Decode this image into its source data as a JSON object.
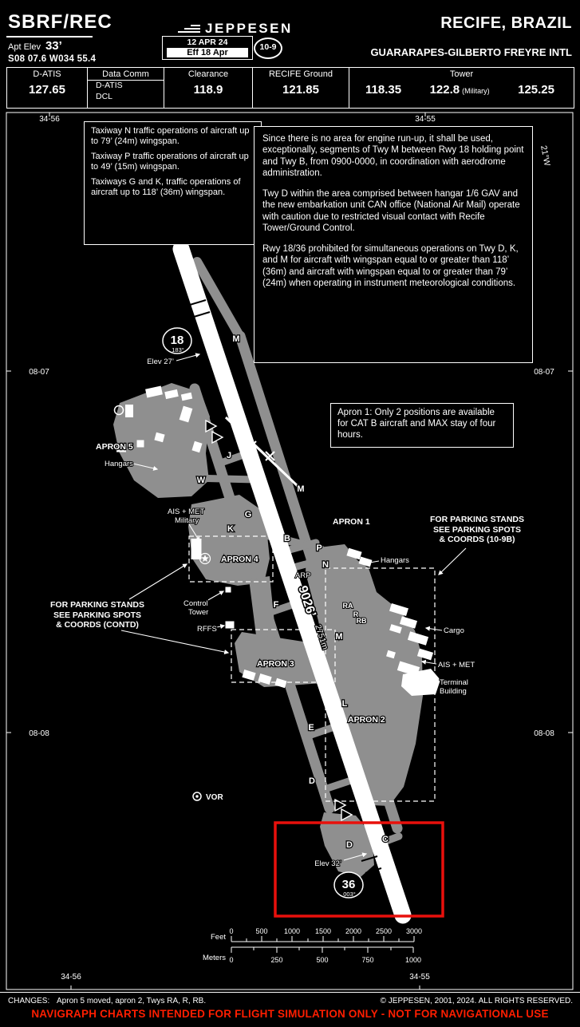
{
  "header": {
    "ident": "SBRF/REC",
    "apt_elev_label": "Apt Elev",
    "apt_elev_value": "33’",
    "coords": "S08 07.6 W034 55.4",
    "logo": "JEPPESEN",
    "date": "12 APR 24",
    "effective": "Eff 18 Apr",
    "index": "10-9",
    "city": "RECIFE, BRAZIL",
    "airport": "GUARARAPES-GILBERTO FREYRE INTL"
  },
  "freq": {
    "datis_label": "D-ATIS",
    "datis_value": "127.65",
    "datacomm_label": "Data Comm",
    "datacomm_line1": "D-ATIS",
    "datacomm_line2": "DCL",
    "clearance_label": "Clearance",
    "clearance_value": "118.9",
    "ground_label": "RECIFE Ground",
    "ground_value": "121.85",
    "tower_label": "Tower",
    "tower_value1": "118.35",
    "tower_value2": "122.8",
    "tower_value2_note": "(Military)",
    "tower_value3": "125.25"
  },
  "notes": {
    "taxiway_box": [
      "Taxiway N traffic operations of aircraft up to 79’ (24m) wingspan.",
      "Taxiway P traffic operations of aircraft up to 49’ (15m) wingspan.",
      "Taxiways G and K, traffic operations of aircraft up to 118’ (36m) wingspan."
    ],
    "ops_box": [
      "Since there is no area for engine run-up, it shall be used, exceptionally, segments of Twy M between Rwy 18 holding point and Twy B, from 0900-0000, in coordination with aerodrome administration.",
      "Twy D within the area comprised between hangar 1/6 GAV and the new embarkation unit CAN office (National Air Mail) operate with caution due to restricted visual contact with Recife Tower/Ground Control.",
      "Rwy 18/36 prohibited for simultaneous operations on Twy D, K, and M for aircraft with wingspan equal to or greater than 118’ (36m) and aircraft with wingspan equal to or greater than 79’ (24m) when operating in instrument meteorological conditions."
    ],
    "apron1_box": "Apron 1: Only 2 positions are available for CAT B aircraft and MAX stay of four hours.",
    "parking_right": [
      "FOR PARKING STANDS",
      "SEE PARKING SPOTS",
      "& COORDS (10-9B)"
    ],
    "parking_left": [
      "FOR PARKING STANDS",
      "SEE PARKING SPOTS",
      "& COORDS (CONTD)"
    ]
  },
  "grid": {
    "lon_west": "34-56",
    "lon_east": "34-55",
    "lat_upper": "08-07",
    "lat_lower": "08-08"
  },
  "map": {
    "variation": "21°W",
    "rwy18_num": "18",
    "rwy18_hdg": "183°",
    "rwy18_elev": "Elev 27’",
    "rwy36_num": "36",
    "rwy36_hdg": "003°",
    "rwy36_elev": "Elev 32’",
    "rwy_length_ft": "9026’",
    "rwy_length_m": "2751m",
    "apron5": "APRON 5",
    "apron4": "APRON 4",
    "apron3": "APRON 3",
    "apron2": "APRON 2",
    "apron1": "APRON 1",
    "hangars_nw": "Hangars",
    "hangars_e": "Hangars",
    "ais_met_mil_line1": "AIS + MET",
    "ais_met_mil_line2": "Military",
    "control_line1": "Control",
    "control_line2": "Tower",
    "rffs": "RFFS",
    "arp": "ARP",
    "cargo": "Cargo",
    "ais_met": "AIS + MET",
    "terminal_line1": "Terminal",
    "terminal_line2": "Building",
    "vor": "VOR",
    "stand_ra": "RA",
    "stand_r": "R",
    "stand_rb": "RB",
    "taxiway_letters": [
      "M",
      "J",
      "W",
      "G",
      "K",
      "B",
      "P",
      "N",
      "M",
      "F",
      "M",
      "L",
      "E",
      "D",
      "D",
      "C"
    ]
  },
  "scale": {
    "feet_label": "Feet",
    "feet_ticks": [
      "0",
      "500",
      "1000",
      "1500",
      "2000",
      "2500",
      "3000"
    ],
    "meters_label": "Meters",
    "meters_ticks": [
      "0",
      "250",
      "500",
      "750",
      "1000"
    ]
  },
  "footer": {
    "changes_label": "CHANGES:",
    "changes_text": "Apron 5 moved, apron 2, Twys RA, R, RB.",
    "copyright": "© JEPPESEN, 2001, 2024. ALL RIGHTS RESERVED.",
    "warning": "NAVIGRAPH CHARTS INTENDED FOR FLIGHT SIMULATION ONLY - NOT FOR NAVIGATIONAL USE"
  },
  "colors": {
    "pavement_gray": "#8f8f8f",
    "highlight_red": "#e8100c",
    "warning_red": "#ff1e00"
  }
}
